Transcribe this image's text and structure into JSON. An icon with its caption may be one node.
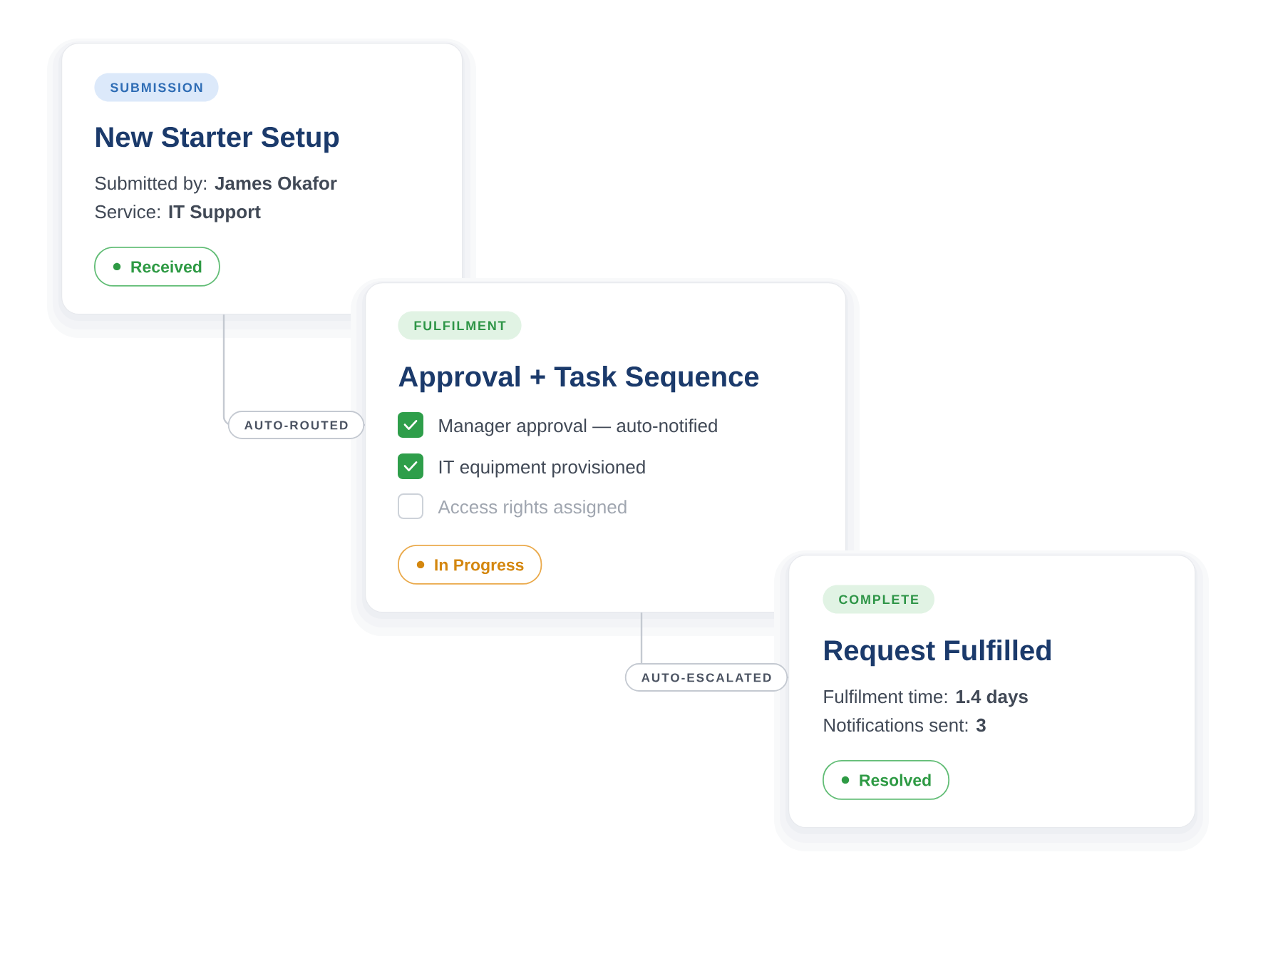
{
  "diagram": {
    "nodes": [
      {
        "text": [
          "New Starter Setup",
          "Submitted by: **James Okafor**",
          "Service: **IT Support**"
        ]
      },
      {
        "text": [
          "SUBMISSION"
        ],
        "in": 0
      },
      {
        "text": [
          "Received"
        ],
        "in": 0
      },
      {
        "text": [
          "Approval + Task Sequence",
          "Manager approval — auto-notified",
          "IT equipment provisioned",
          "Access rights assigned"
        ]
      },
      {
        "text": [
          "FULFILMENT"
        ],
        "in": 3
      },
      {
        "text": [
          "In Progress"
        ],
        "in": 3
      },
      {
        "text": [
          "Request Fulfilled",
          "Fulfilment time: **1.4 days**",
          "Notifications sent: **3**"
        ]
      },
      {
        "text": [
          "COMPLETE"
        ],
        "in": 6
      },
      {
        "text": [
          "Resolved"
        ],
        "in": 6
      }
    ],
    "edges": [
      {
        "from": 0,
        "to": 3,
        "arrow": "none",
        "label": "AUTO-ROUTED"
      },
      {
        "from": 3,
        "to": 6,
        "arrow": "none",
        "label": "AUTO-ESCALATED"
      }
    ]
  }
}
